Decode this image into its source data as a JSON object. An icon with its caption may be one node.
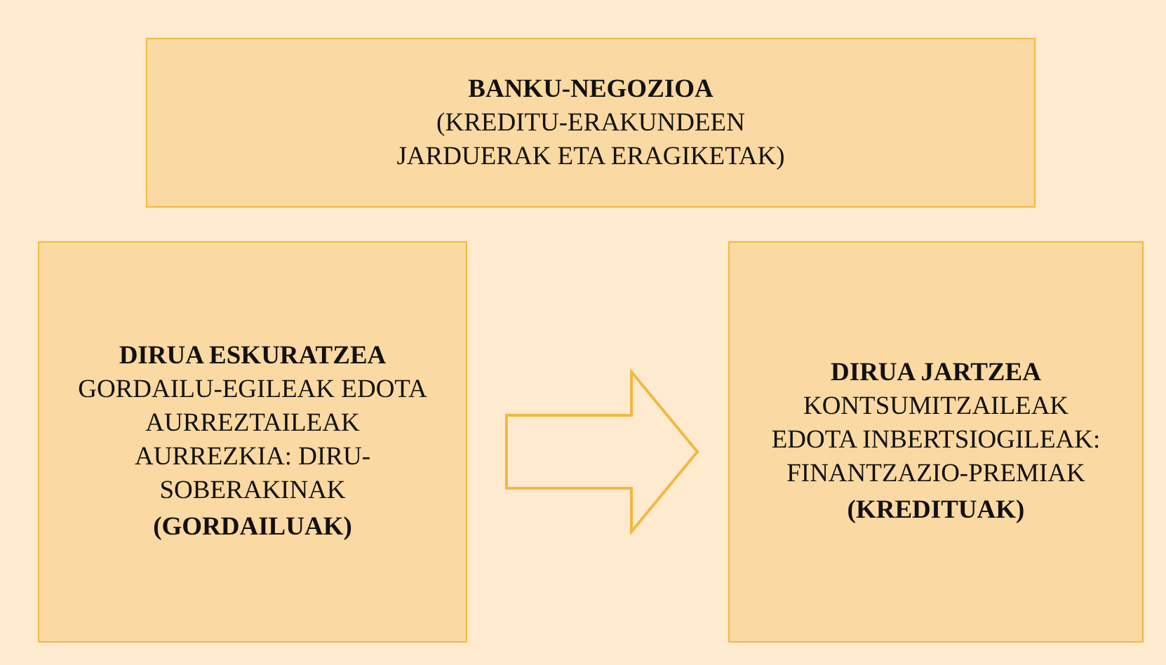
{
  "diagram": {
    "nodes": [
      {
        "text": [
          "BANKU-NEGOZIOA",
          "(KREDITU-ERAKUNDEEN JARDUERAK ETA ERAGIKETAK)"
        ]
      },
      {
        "text": [
          "DIRUA ESKURATZEA",
          "GORDAILU-EGILEAK EDOTA AURREZTAILEAK",
          "AURREZKIA: DIRU-SOBERAKINAK",
          "(GORDAILUAK)"
        ]
      },
      {
        "text": [
          "DIRUA JARTZEA",
          "KONTSUMITZAILEAK EDOTA INBERTSIOGILEAK:",
          "FINANTZAZIO-PREMIAK",
          "(KREDITUAK)"
        ]
      }
    ],
    "edges": [
      {
        "from": 1,
        "to": 2,
        "arrow": "to"
      }
    ]
  }
}
